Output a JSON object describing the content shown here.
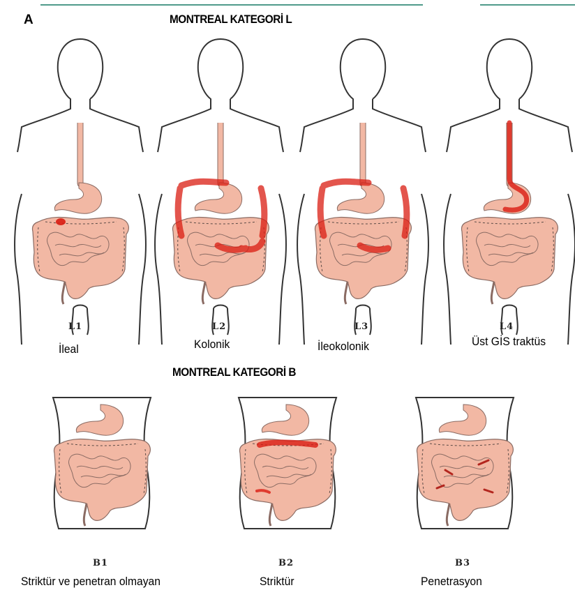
{
  "panel_letter": "A",
  "section_l": {
    "title": "MONTREAL KATEGORİ L",
    "items": [
      {
        "code": "L1",
        "label": "İleal"
      },
      {
        "code": "L2",
        "label": "Kolonik"
      },
      {
        "code": "L3",
        "label": "İleokolonik"
      },
      {
        "code": "L4",
        "label": "Üst GİS traktüs"
      }
    ]
  },
  "section_b": {
    "title": "MONTREAL KATEGORİ B",
    "items": [
      {
        "code": "B1",
        "label": "Striktür ve penetran olmayan"
      },
      {
        "code": "B2",
        "label": "Striktür"
      },
      {
        "code": "B3",
        "label": "Penetrasyon"
      }
    ]
  },
  "colors": {
    "intestine": "#f2b8a4",
    "intestine_stroke": "#8a6b63",
    "inflamed": "#d91c12",
    "outline": "#333333",
    "rule": "#4f9a8a"
  }
}
